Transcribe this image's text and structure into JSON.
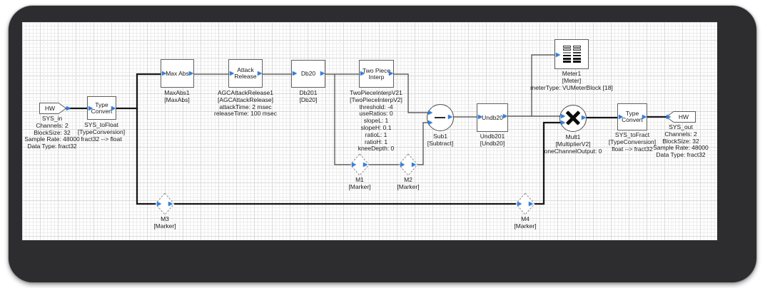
{
  "colors": {
    "pin_blue": "#2f7fe0",
    "wire_thick": "#161616",
    "wire_thin": "#454545",
    "frame_dark": "#2d2d2f",
    "grid_minor": "#ededed",
    "grid_major": "#dadada"
  },
  "icons": {
    "subtract_icon": "minus-bar",
    "multiply_icon": "cross-bars",
    "meter_icon": "vu-meter-bars",
    "pin_icon": "right-triangle"
  },
  "blocks": {
    "sys_in": {
      "shape_text": "HW",
      "lines": [
        "SYS_in",
        "Channels: 2",
        "BlockSize: 32",
        "Sample Rate: 48000",
        "Data Type: fract32"
      ]
    },
    "sys_to_float": {
      "title": "Type Convert",
      "lines": [
        "SYS_toFloat",
        "[TypeConversion]",
        "fract32 --> float"
      ]
    },
    "max_abs": {
      "title": "Max Abs",
      "lines": [
        "MaxAbs1",
        "[MaxAbs]"
      ]
    },
    "attack_release": {
      "title": "Attack Release",
      "lines": [
        "AGCAttackRelease1",
        "[AGCAttackRelease]",
        "attackTime: 2 msec",
        "releaseTime: 100 msec"
      ]
    },
    "db20": {
      "title": "Db20",
      "lines": [
        "Db201",
        "[Db20]"
      ]
    },
    "two_piece_interp": {
      "title": "Two Piece Interp",
      "lines": [
        "TwoPieceInterpV21",
        "[TwoPieceInterpV2]",
        "threshold: -4",
        "useRatios: 0",
        "slopeL: 1",
        "slopeH: 0.1",
        "ratioL: 1",
        "ratioH: 1",
        "kneeDepth: 0"
      ]
    },
    "sub": {
      "lines": [
        "Sub1",
        "[Subtract]"
      ]
    },
    "undb20": {
      "title": "Undb20",
      "lines": [
        "Undb201",
        "[Undb20]"
      ]
    },
    "meter": {
      "lines": [
        "Meter1",
        "[Meter]",
        "meterType: VUMeterBlock [18]"
      ]
    },
    "mult": {
      "lines": [
        "Mult1",
        "[MultiplierV2]",
        "oneChannelOutput: 0"
      ]
    },
    "sys_to_fract": {
      "title": "Type Convert",
      "lines": [
        "SYS_toFract",
        "[TypeConversion]",
        "float --> fract32"
      ]
    },
    "sys_out": {
      "shape_text": "HW",
      "lines": [
        "SYS_out",
        "Channels: 2",
        "BlockSize: 32",
        "Sample Rate: 48000",
        "Data Type: fract32"
      ]
    },
    "m1": {
      "lines": [
        "M1",
        "[Marker]"
      ]
    },
    "m2": {
      "lines": [
        "M2",
        "[Marker]"
      ]
    },
    "m3": {
      "lines": [
        "M3",
        "[Marker]"
      ]
    },
    "m4": {
      "lines": [
        "M4",
        "[Marker]"
      ]
    }
  }
}
